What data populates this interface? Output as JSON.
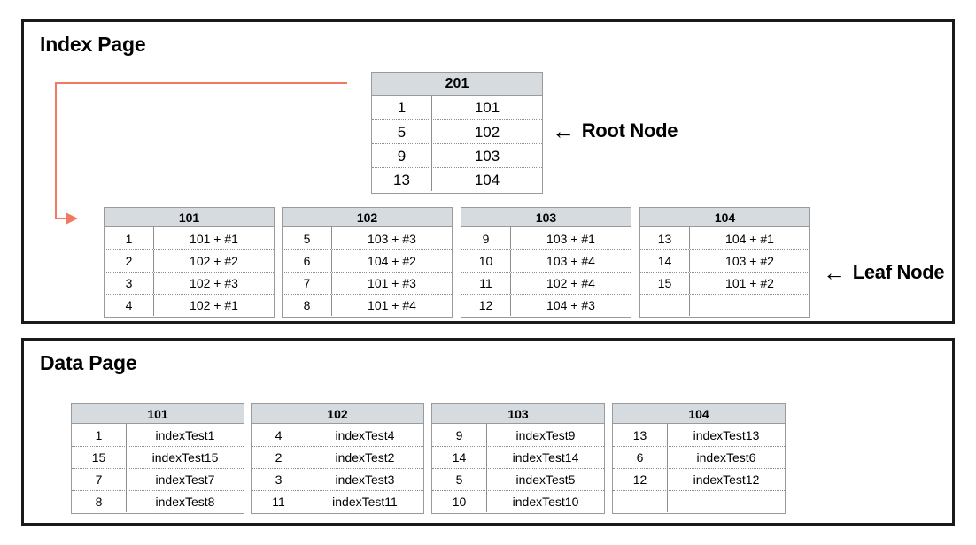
{
  "panels": {
    "index": {
      "title": "Index Page"
    },
    "data": {
      "title": "Data Page"
    }
  },
  "annotations": {
    "root": {
      "arrow": "←",
      "label": "Root Node"
    },
    "leaf": {
      "arrow": "←",
      "label": "Leaf Node"
    }
  },
  "colors": {
    "header_fill": "#d6dbdf",
    "panel_border": "#1a1a1a",
    "table_border": "#9a9a9a",
    "link_line": "#ee7a62"
  },
  "index_page": {
    "root_node": {
      "id": "201",
      "rows": [
        {
          "key": "1",
          "value": "101"
        },
        {
          "key": "5",
          "value": "102"
        },
        {
          "key": "9",
          "value": "103"
        },
        {
          "key": "13",
          "value": "104"
        }
      ]
    },
    "leaf_nodes": [
      {
        "id": "101",
        "rows": [
          {
            "key": "1",
            "value": "101 + #1"
          },
          {
            "key": "2",
            "value": "102 + #2"
          },
          {
            "key": "3",
            "value": "102 + #3"
          },
          {
            "key": "4",
            "value": "102 + #1"
          }
        ]
      },
      {
        "id": "102",
        "rows": [
          {
            "key": "5",
            "value": "103 + #3"
          },
          {
            "key": "6",
            "value": "104 + #2"
          },
          {
            "key": "7",
            "value": "101 + #3"
          },
          {
            "key": "8",
            "value": "101 + #4"
          }
        ]
      },
      {
        "id": "103",
        "rows": [
          {
            "key": "9",
            "value": "103 + #1"
          },
          {
            "key": "10",
            "value": "103 + #4"
          },
          {
            "key": "11",
            "value": "102 + #4"
          },
          {
            "key": "12",
            "value": "104 + #3"
          }
        ]
      },
      {
        "id": "104",
        "rows": [
          {
            "key": "13",
            "value": "104 + #1"
          },
          {
            "key": "14",
            "value": "103 + #2"
          },
          {
            "key": "15",
            "value": "101 + #2"
          },
          {
            "key": "",
            "value": ""
          }
        ]
      }
    ]
  },
  "data_page": {
    "nodes": [
      {
        "id": "101",
        "rows": [
          {
            "key": "1",
            "value": "indexTest1"
          },
          {
            "key": "15",
            "value": "indexTest15"
          },
          {
            "key": "7",
            "value": "indexTest7"
          },
          {
            "key": "8",
            "value": "indexTest8"
          }
        ]
      },
      {
        "id": "102",
        "rows": [
          {
            "key": "4",
            "value": "indexTest4"
          },
          {
            "key": "2",
            "value": "indexTest2"
          },
          {
            "key": "3",
            "value": "indexTest3"
          },
          {
            "key": "11",
            "value": "indexTest11"
          }
        ]
      },
      {
        "id": "103",
        "rows": [
          {
            "key": "9",
            "value": "indexTest9"
          },
          {
            "key": "14",
            "value": "indexTest14"
          },
          {
            "key": "5",
            "value": "indexTest5"
          },
          {
            "key": "10",
            "value": "indexTest10"
          }
        ]
      },
      {
        "id": "104",
        "rows": [
          {
            "key": "13",
            "value": "indexTest13"
          },
          {
            "key": "6",
            "value": "indexTest6"
          },
          {
            "key": "12",
            "value": "indexTest12"
          },
          {
            "key": "",
            "value": ""
          }
        ]
      }
    ]
  }
}
